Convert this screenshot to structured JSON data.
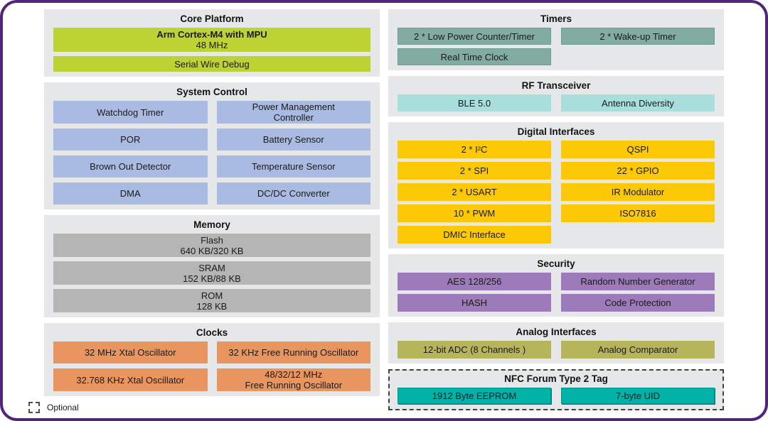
{
  "colors": {
    "outer_border": "#52257d",
    "panel_bg": "#e6e7e8",
    "core_platform_block": "#bdd333",
    "system_control_block": "#a9bbe2",
    "memory_block": "#b5b5b6",
    "clocks_block": "#e9955f",
    "timers_block": "#82aba1",
    "rf_block": "#a8dedb",
    "digital_block": "#fdc806",
    "security_block": "#9d7ab9",
    "analog_block": "#b7b55c",
    "nfc_block": "#00b2a8"
  },
  "legend": {
    "optional_label": "Optional"
  },
  "core_platform": {
    "title": "Core Platform",
    "blocks": [
      {
        "lines": [
          "Arm Cortex-M4 with MPU",
          "48 MHz"
        ]
      },
      {
        "lines": [
          "Serial Wire Debug"
        ]
      }
    ]
  },
  "system_control": {
    "title": "System Control",
    "blocks": [
      {
        "lines": [
          "Watchdog Timer"
        ]
      },
      {
        "lines": [
          "Power Management",
          "Controller"
        ]
      },
      {
        "lines": [
          "POR"
        ]
      },
      {
        "lines": [
          "Battery Sensor"
        ]
      },
      {
        "lines": [
          "Brown Out Detector"
        ]
      },
      {
        "lines": [
          "Temperature Sensor"
        ]
      },
      {
        "lines": [
          "DMA"
        ]
      },
      {
        "lines": [
          "DC/DC Converter"
        ]
      }
    ]
  },
  "memory": {
    "title": "Memory",
    "blocks": [
      {
        "lines": [
          "Flash",
          "640 KB/320 KB"
        ]
      },
      {
        "lines": [
          "SRAM",
          "152 KB/88 KB"
        ]
      },
      {
        "lines": [
          "ROM",
          "128 KB"
        ]
      }
    ]
  },
  "clocks": {
    "title": "Clocks",
    "blocks": [
      {
        "lines": [
          "32 MHz Xtal Oscillator"
        ]
      },
      {
        "lines": [
          "32 KHz Free Running Oscillator"
        ]
      },
      {
        "lines": [
          "32.768 KHz Xtal Oscillator"
        ]
      },
      {
        "lines": [
          "48/32/12 MHz",
          "Free Running Oscillator"
        ]
      }
    ]
  },
  "timers": {
    "title": "Timers",
    "blocks": [
      {
        "lines": [
          "2 * Low Power Counter/Timer"
        ]
      },
      {
        "lines": [
          "2 * Wake-up Timer"
        ]
      },
      {
        "lines": [
          "Real Time Clock"
        ]
      }
    ]
  },
  "rf_transceiver": {
    "title": "RF Transceiver",
    "blocks": [
      {
        "lines": [
          "BLE 5.0"
        ]
      },
      {
        "lines": [
          "Antenna Diversity"
        ]
      }
    ]
  },
  "digital_interfaces": {
    "title": "Digital Interfaces",
    "blocks": [
      {
        "lines": [
          "2 * I²C"
        ]
      },
      {
        "lines": [
          "QSPI"
        ]
      },
      {
        "lines": [
          "2 * SPI"
        ]
      },
      {
        "lines": [
          "22 * GPIO"
        ]
      },
      {
        "lines": [
          "2 * USART"
        ]
      },
      {
        "lines": [
          "IR Modulator"
        ]
      },
      {
        "lines": [
          "10 * PWM"
        ]
      },
      {
        "lines": [
          "ISO7816"
        ]
      },
      {
        "lines": [
          "DMIC Interface"
        ]
      }
    ]
  },
  "security": {
    "title": "Security",
    "blocks": [
      {
        "lines": [
          "AES 128/256"
        ]
      },
      {
        "lines": [
          "Random Number Generator"
        ]
      },
      {
        "lines": [
          "HASH"
        ]
      },
      {
        "lines": [
          "Code Protection"
        ]
      }
    ]
  },
  "analog_interfaces": {
    "title": "Analog Interfaces",
    "blocks": [
      {
        "lines": [
          "12-bit ADC (8 Channels )"
        ]
      },
      {
        "lines": [
          "Analog Comparator"
        ]
      }
    ]
  },
  "nfc": {
    "title": "NFC Forum Type 2 Tag",
    "optional": true,
    "blocks": [
      {
        "lines": [
          "1912 Byte EEPROM"
        ]
      },
      {
        "lines": [
          "7-byte UID"
        ]
      }
    ]
  }
}
